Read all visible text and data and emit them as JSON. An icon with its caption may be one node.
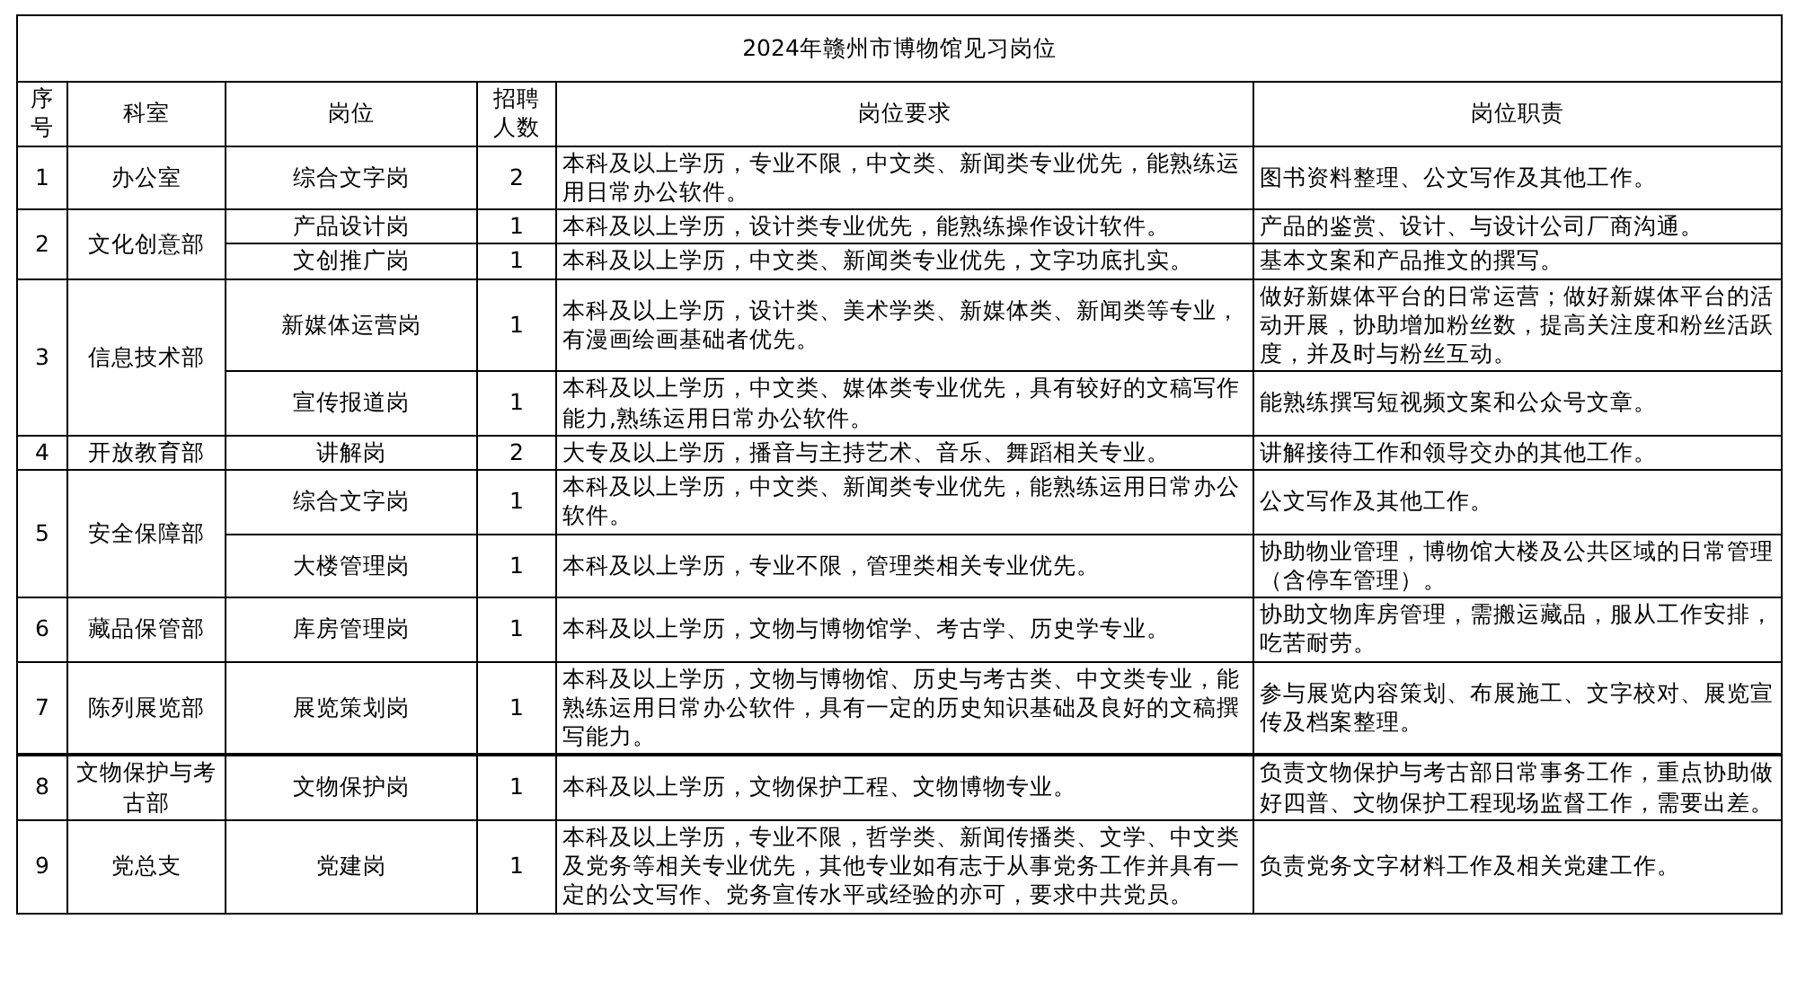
{
  "diagram": {
    "title": "2024年赣州市博物馆见习岗位",
    "labels": [
      "序号",
      "科室",
      "岗位",
      "招聘人数",
      "岗位要求",
      "岗位职责",
      "1",
      "办公室",
      "综合文字岗",
      "2",
      "本科及以上学历，专业不限，中文类、新闻类专业优先，能熟练运用日常办公软件。",
      "图书资料整理、公文写作及其他工作。",
      "2",
      "文化创意部",
      "产品设计岗",
      "1",
      "本科及以上学历，设计类专业优先，能熟练操作设计软件。",
      "产品的鉴赏、设计、与设计公司厂商沟通。",
      "文创推广岗",
      "1",
      "本科及以上学历，中文类、新闻类专业优先，文字功底扎实。",
      "基本文案和产品推文的撰写。",
      "3",
      "信息技术部",
      "新媒体运营岗",
      "1",
      "本科及以上学历，设计类、美术学类、新媒体类、新闻类等专业，有漫画绘画基础者优先。",
      "做好新媒体平台的日常运营；做好新媒体平台的活动开展，协助增加粉丝数，提高关注度和粉丝活跃度，并及时与粉丝互动。",
      "宣传报道岗",
      "1",
      "本科及以上学历，中文类、媒体类专业优先，具有较好的文稿写作能力,熟练运用日常办公软件。",
      "能熟练撰写短视频文案和公众号文章。",
      "4",
      "开放教育部",
      "讲解岗",
      "2",
      "大专及以上学历，播音与主持艺术、音乐、舞蹈相关专业。",
      "讲解接待工作和领导交办的其他工作。",
      "5",
      "安全保障部",
      "综合文字岗",
      "1",
      "本科及以上学历，中文类、新闻类专业优先，能熟练运用日常办公软件。",
      "公文写作及其他工作。",
      "大楼管理岗",
      "1",
      "本科及以上学历，专业不限，管理类相关专业优先。",
      "协助物业管理，博物馆大楼及公共区域的日常管理（含停车管理）。",
      "6",
      "藏品保管部",
      "库房管理岗",
      "1",
      "本科及以上学历，文物与博物馆学、考古学、历史学专业。",
      "协助文物库房管理，需搬运藏品，服从工作安排，吃苦耐劳。",
      "7",
      "陈列展览部",
      "展览策划岗",
      "1",
      "本科及以上学历，文物与博物馆、历史与考古类、中文类专业，能熟练运用日常办公软件，具有一定的历史知识基础及良好的文稿撰写能力。",
      "参与展览内容策划、布展施工、文字校对、展览宣传及档案整理。",
      "8",
      "文物保护与考古部",
      "文物保护岗",
      "1",
      "本科及以上学历，文物保护工程、文物博物专业。",
      "负责文物保护与考古部日常事务工作，重点协助做好四普、文物保护工程现场监督工作，需要出差。",
      "9",
      "党总支",
      "党建岗",
      "1",
      "本科及以上学历，专业不限，哲学类、新闻传播类、文学、中文类及党务等相关专业优先，其他专业如有志于从事党务工作并具有一定的公文写作、党务宣传水平或经验的亦可，要求中共党员。",
      "负责党务文字材料工作及相关党建工作。"
    ]
  }
}
